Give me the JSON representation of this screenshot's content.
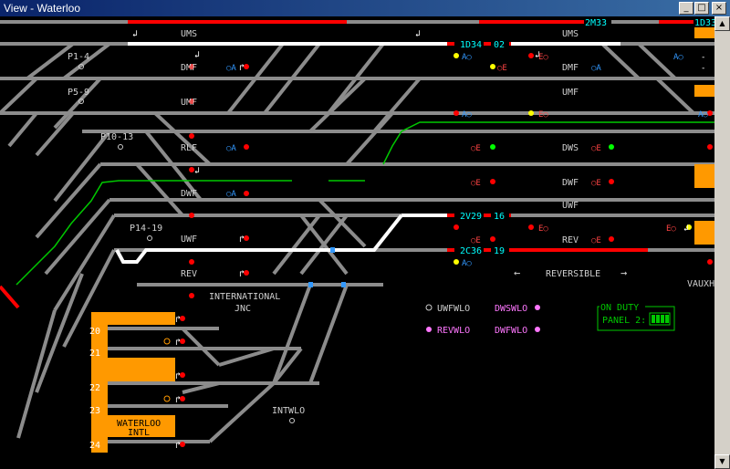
{
  "window": {
    "title": "View - Waterloo",
    "minimize": "_",
    "maximize": "□",
    "close": "×"
  },
  "areas": {
    "p1_4": "P1-4",
    "p5_9": "P5-9",
    "p10_13": "P10-13",
    "p14_19": "P14-19",
    "international": "INTERNATIONAL",
    "jnc": "JNC",
    "intwlo": "INTWLO",
    "waterloo": "WATERLOO",
    "intl": "INTL",
    "vauxh": "VAUXH"
  },
  "lines": {
    "ums_l": "UMS",
    "dmf_l": "DMF",
    "umf_l": "UMF",
    "rlf_l": "RLF",
    "dwf_l": "DWF",
    "uwf_l": "UWF",
    "rev_l": "REV",
    "ums_r": "UMS",
    "dmf_r": "DMF",
    "umf_r": "UMF",
    "dws_r": "DWS",
    "dwf_r": "DWF",
    "uwf_r": "UWF",
    "rev_r": "REV",
    "reversible": "REVERSIBLE"
  },
  "berths": {
    "b2m33": "2M33",
    "b1d33": "1D33",
    "b1d34": "1D34",
    "b02": "02",
    "b2v29": "2V29",
    "b16": "16",
    "b2c36": "2C36",
    "b19": "19"
  },
  "platforms": {
    "p20": "20",
    "p21": "21",
    "p22": "22",
    "p23": "23",
    "p24": "24"
  },
  "legend": {
    "uwfwlo": "UWFWLO",
    "dwswlo": "DWSWLO",
    "revwlo": "REVWLO",
    "dwfwlo": "DWFWLO"
  },
  "duty": {
    "title": "ON DUTY",
    "panel": "PANEL 2:"
  },
  "colors": {
    "track": "#8c8c8c",
    "route": "#ffffff",
    "occupied": "#ff0000",
    "platform": "#ff9900",
    "berth": "#00ffff",
    "panel_green": "#00c800",
    "legend_pink": "#ff77ff"
  }
}
